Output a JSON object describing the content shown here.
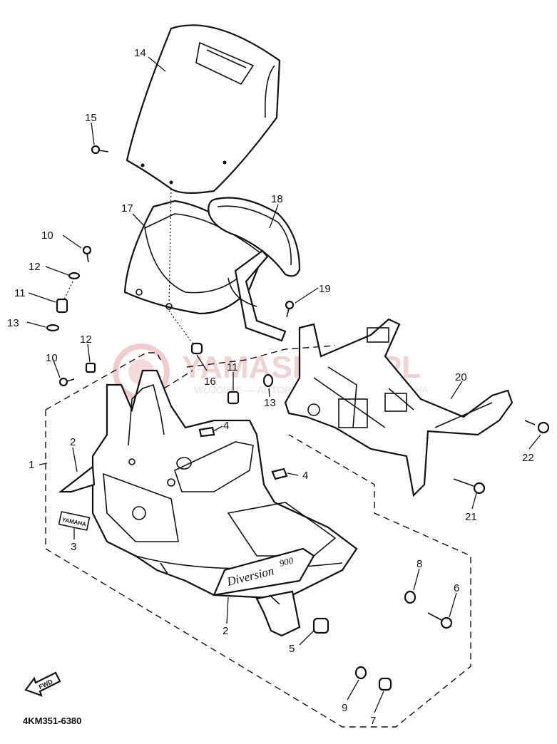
{
  "diagram": {
    "code": "4KM351-6380",
    "fwd_label": "FWD",
    "watermark": {
      "main": "YAMASKLEP.PL",
      "sub": "WUJOWIE — AUTORYZOWANY DEALER YAMAHA"
    },
    "decals": {
      "brand": "YAMAHA",
      "model": "Diversion",
      "model_num": "900"
    },
    "labels": [
      {
        "id": "14",
        "text": "14"
      },
      {
        "id": "15",
        "text": "15"
      },
      {
        "id": "17",
        "text": "17"
      },
      {
        "id": "18",
        "text": "18"
      },
      {
        "id": "10a",
        "text": "10"
      },
      {
        "id": "12a",
        "text": "12"
      },
      {
        "id": "11a",
        "text": "11"
      },
      {
        "id": "13a",
        "text": "13"
      },
      {
        "id": "19",
        "text": "19"
      },
      {
        "id": "12b",
        "text": "12"
      },
      {
        "id": "10b",
        "text": "10"
      },
      {
        "id": "16",
        "text": "16"
      },
      {
        "id": "11b",
        "text": "11"
      },
      {
        "id": "13b",
        "text": "13"
      },
      {
        "id": "20",
        "text": "20"
      },
      {
        "id": "4a",
        "text": "4"
      },
      {
        "id": "1",
        "text": "1"
      },
      {
        "id": "2a",
        "text": "2"
      },
      {
        "id": "4b",
        "text": "4"
      },
      {
        "id": "22",
        "text": "22"
      },
      {
        "id": "21",
        "text": "21"
      },
      {
        "id": "3",
        "text": "3"
      },
      {
        "id": "8",
        "text": "8"
      },
      {
        "id": "6",
        "text": "6"
      },
      {
        "id": "2b",
        "text": "2"
      },
      {
        "id": "5",
        "text": "5"
      },
      {
        "id": "9",
        "text": "9"
      },
      {
        "id": "7",
        "text": "7"
      }
    ]
  }
}
